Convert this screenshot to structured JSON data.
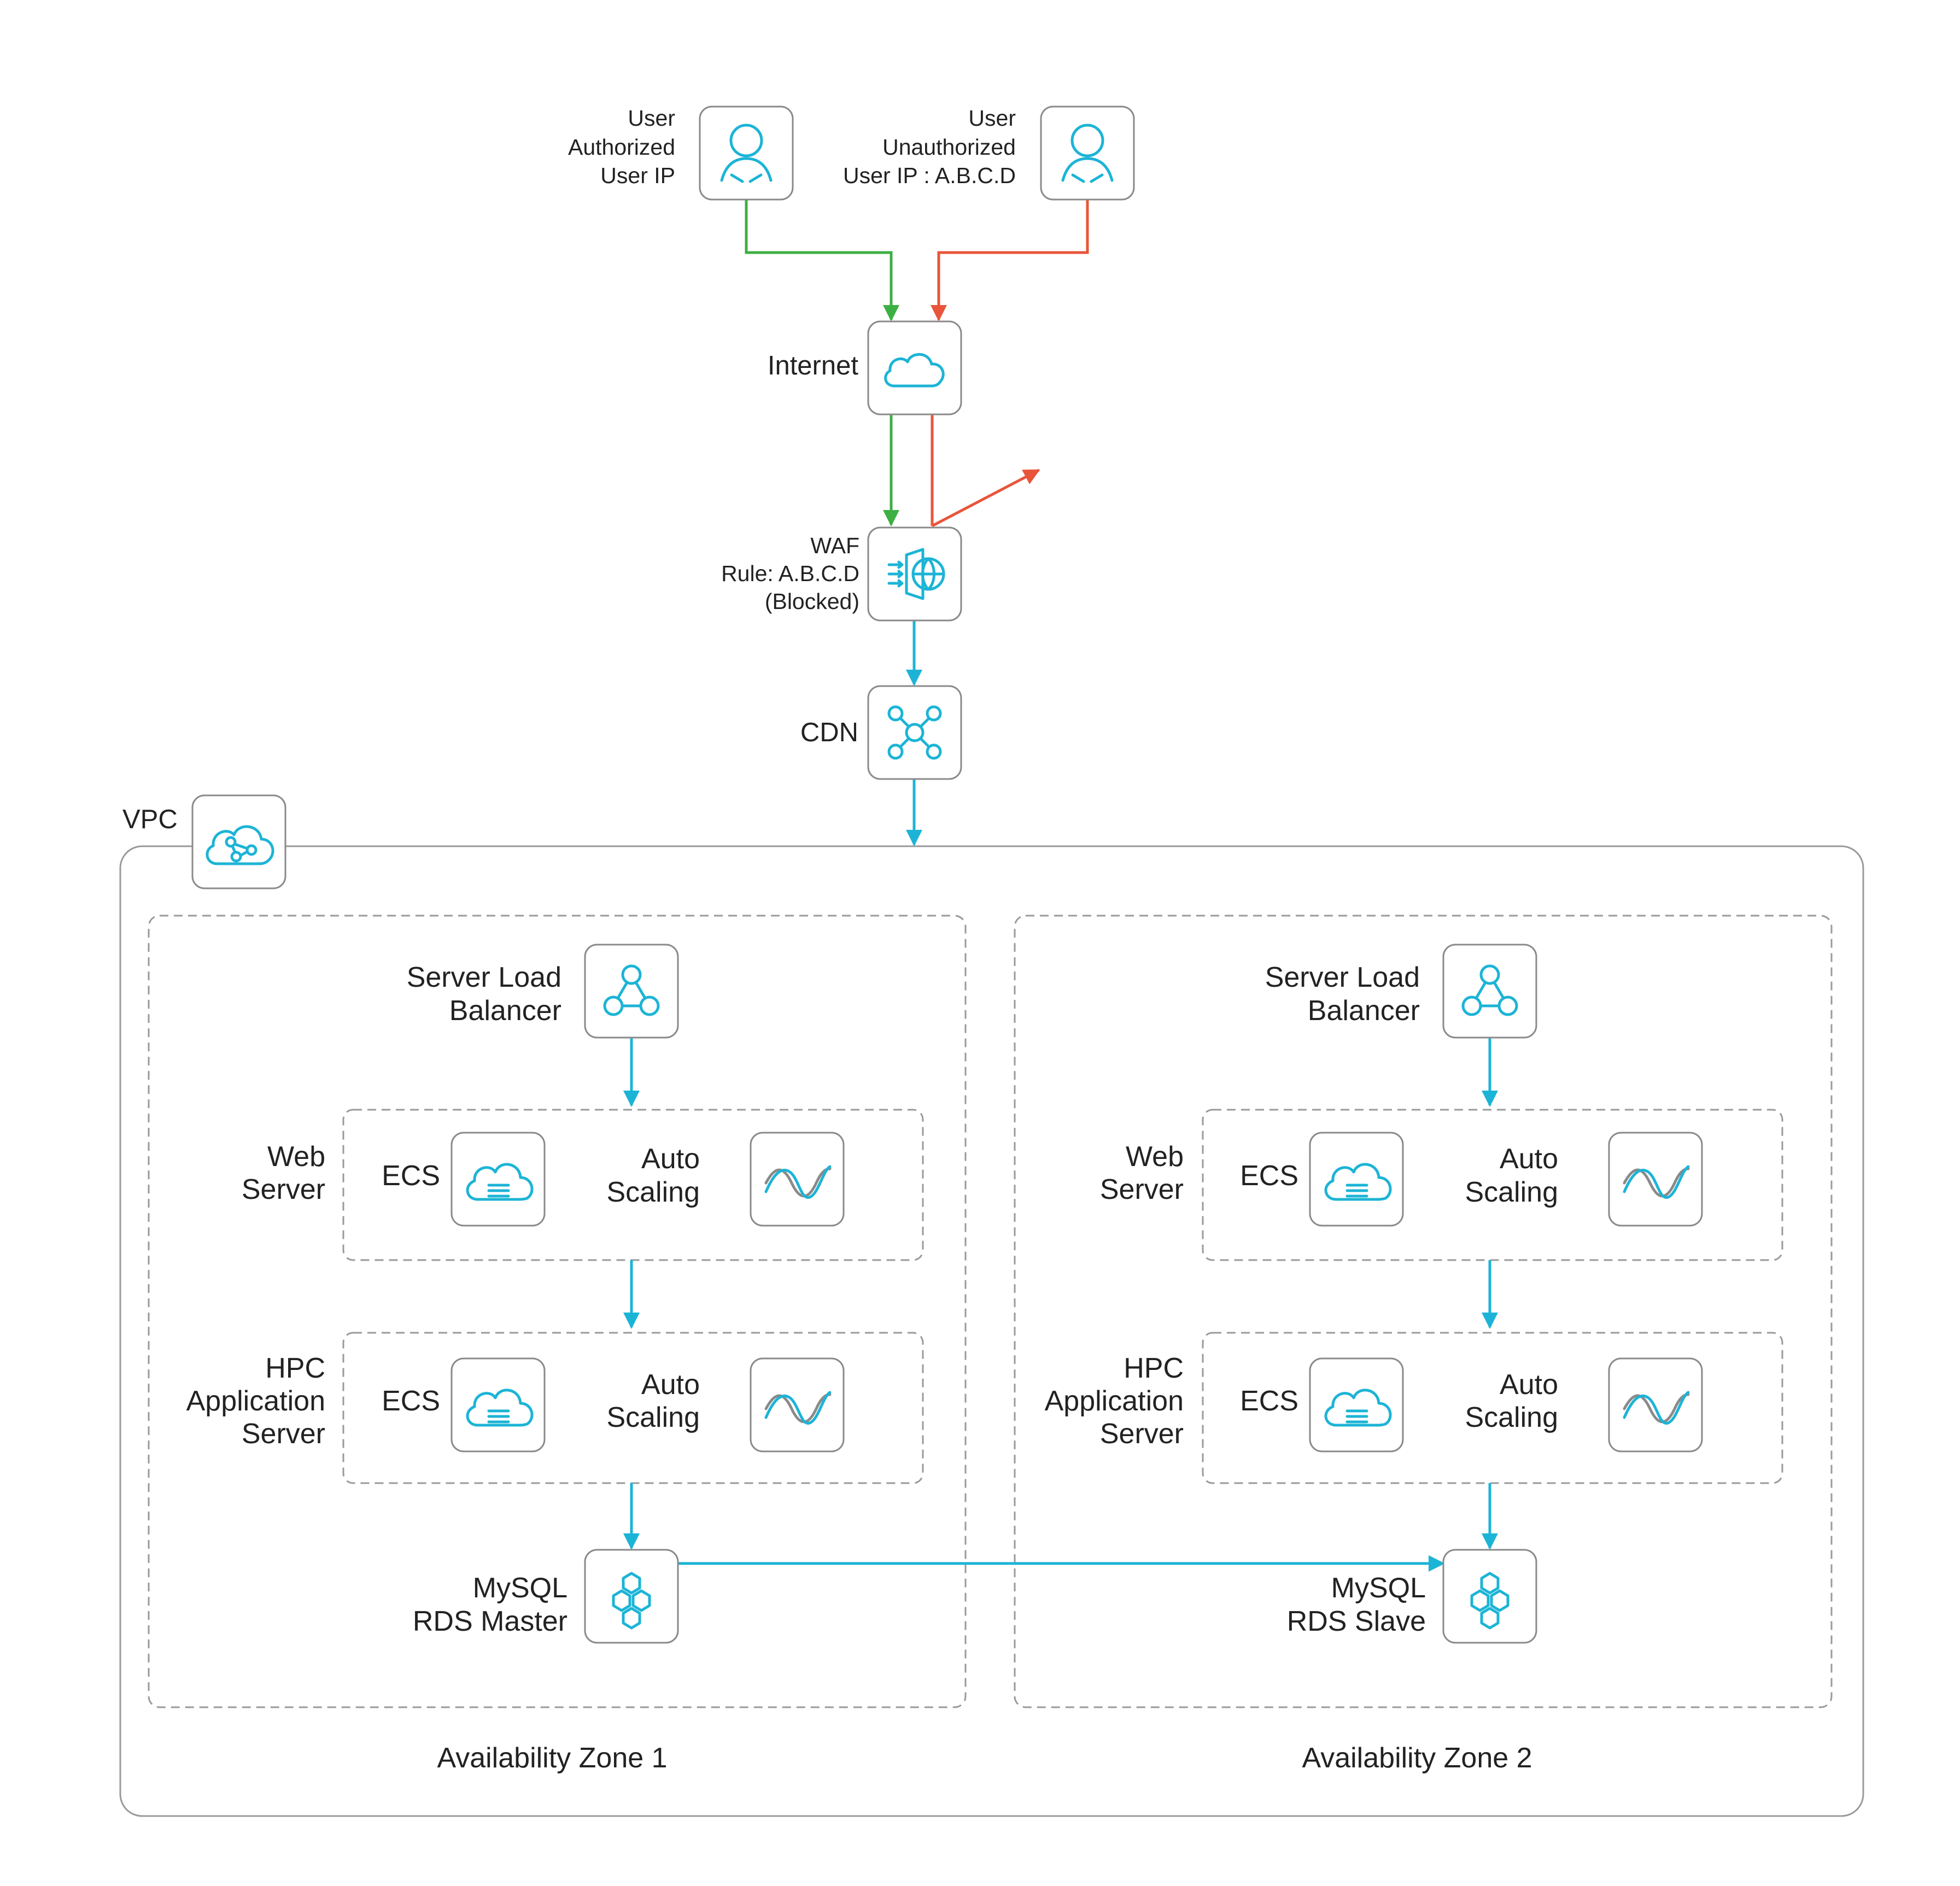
{
  "colors": {
    "authorized_flow": "#3cb043",
    "blocked_flow": "#e8553a",
    "service_flow": "#1cb4d6",
    "icon": "#1cb4d6",
    "border": "#8a8a8a"
  },
  "users": {
    "authorized": {
      "line1": "User",
      "line2": "Authorized",
      "line3": "User IP"
    },
    "unauthorized": {
      "line1": "User",
      "line2": "Unauthorized",
      "line3": "User IP : A.B.C.D"
    }
  },
  "internet": {
    "label": "Internet"
  },
  "waf": {
    "line1": "WAF",
    "line2": "Rule: A.B.C.D",
    "line3": "(Blocked)"
  },
  "cdn": {
    "label": "CDN"
  },
  "vpc": {
    "label": "VPC"
  },
  "zones": [
    {
      "name": "Availability Zone 1",
      "slb": {
        "line1": "Server Load",
        "line2": "Balancer"
      },
      "web": {
        "line1": "Web",
        "line2": "Server",
        "ecs": "ECS",
        "as1": "Auto",
        "as2": "Scaling"
      },
      "hpc": {
        "line1": "HPC",
        "line2": "Application",
        "line3": "Server",
        "ecs": "ECS",
        "as1": "Auto",
        "as2": "Scaling"
      },
      "db": {
        "line1": "MySQL",
        "line2": "RDS Master"
      }
    },
    {
      "name": "Availability Zone 2",
      "slb": {
        "line1": "Server Load",
        "line2": "Balancer"
      },
      "web": {
        "line1": "Web",
        "line2": "Server",
        "ecs": "ECS",
        "as1": "Auto",
        "as2": "Scaling"
      },
      "hpc": {
        "line1": "HPC",
        "line2": "Application",
        "line3": "Server",
        "ecs": "ECS",
        "as1": "Auto",
        "as2": "Scaling"
      },
      "db": {
        "line1": "MySQL",
        "line2": "RDS Slave"
      }
    }
  ]
}
